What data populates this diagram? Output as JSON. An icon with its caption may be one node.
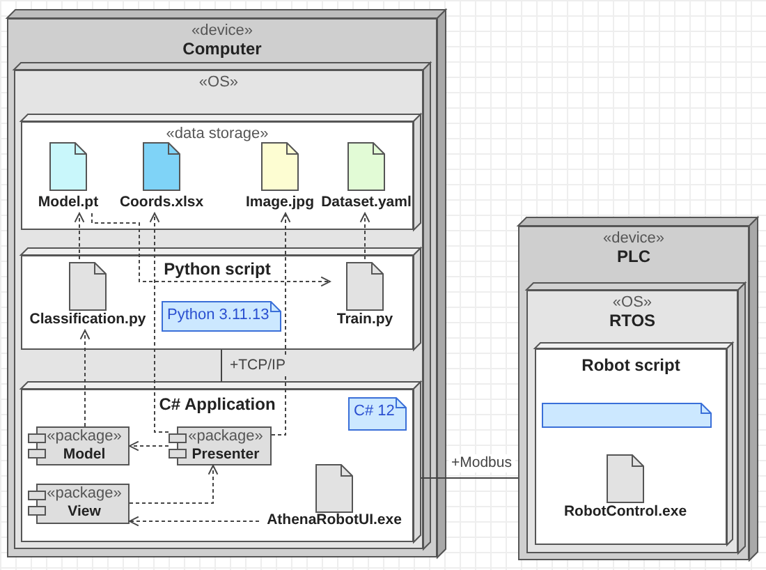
{
  "diagram": {
    "nodes": [
      {
        "text": [
          "«device»",
          "Computer"
        ]
      },
      {
        "text": [
          "«OS»"
        ],
        "in": 0
      },
      {
        "text": [
          "«data storage»"
        ],
        "in": 1
      },
      {
        "text": [
          "Model.pt"
        ],
        "in": 2
      },
      {
        "text": [
          "Coords.xlsx"
        ],
        "in": 2
      },
      {
        "text": [
          "Image.jpg"
        ],
        "in": 2
      },
      {
        "text": [
          "Dataset.yaml"
        ],
        "in": 2
      },
      {
        "text": [
          "Python script"
        ],
        "in": 1
      },
      {
        "text": [
          "Classification.py"
        ],
        "in": 7
      },
      {
        "text": [
          "Train.py"
        ],
        "in": 7
      },
      {
        "text": [
          "Python 3.11.13"
        ],
        "in": 7
      },
      {
        "text": [
          "C# Application"
        ],
        "in": 1
      },
      {
        "text": [
          "C# 12"
        ],
        "in": 11
      },
      {
        "text": [
          "«package»",
          "Model"
        ],
        "in": 11
      },
      {
        "text": [
          "«package»",
          "Presenter"
        ],
        "in": 11
      },
      {
        "text": [
          "«package»",
          "View"
        ],
        "in": 11
      },
      {
        "text": [
          "AthenaRobotUI.exe"
        ],
        "in": 11
      },
      {
        "text": [
          "«device»",
          "PLC"
        ]
      },
      {
        "text": [
          "«OS»",
          "RTOS"
        ],
        "in": 17
      },
      {
        "text": [
          "Robot script"
        ],
        "in": 18
      },
      {
        "text": [],
        "shape": "box",
        "in": 19
      },
      {
        "text": [
          "RobotControl.exe"
        ],
        "in": 19
      }
    ],
    "edges": [
      {
        "from": 8,
        "to": 3,
        "arrow": "to",
        "style": "dashed"
      },
      {
        "from": 3,
        "to": 9,
        "arrow": "to",
        "style": "dashed"
      },
      {
        "from": 14,
        "to": 4,
        "arrow": "to",
        "style": "dashed"
      },
      {
        "from": 14,
        "to": 5,
        "arrow": "to",
        "style": "dashed"
      },
      {
        "from": 9,
        "to": 6,
        "arrow": "to",
        "style": "dashed"
      },
      {
        "from": 13,
        "to": 8,
        "arrow": "to",
        "style": "dashed"
      },
      {
        "from": 14,
        "to": 13,
        "arrow": "to",
        "style": "dashed"
      },
      {
        "from": 15,
        "to": 14,
        "arrow": "to",
        "style": "dashed"
      },
      {
        "from": 16,
        "to": 15,
        "arrow": "to",
        "style": "dashed"
      },
      {
        "from": 7,
        "to": 11,
        "arrow": "none",
        "label": "+TCP/IP"
      },
      {
        "from": 11,
        "to": 17,
        "arrow": "none",
        "label": "+Modbus"
      }
    ]
  }
}
